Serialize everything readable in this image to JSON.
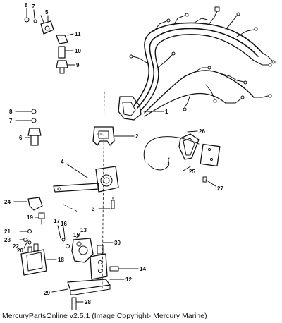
{
  "footer": {
    "text": "MercuryPartsOnline v2.5.1 (Image Copyright- Mercury Marine)"
  },
  "callouts": [
    {
      "id": "c1",
      "text": "1"
    },
    {
      "id": "c2",
      "text": "2"
    },
    {
      "id": "c3",
      "text": "3"
    },
    {
      "id": "c4",
      "text": "4"
    },
    {
      "id": "c5",
      "text": "5"
    },
    {
      "id": "c6",
      "text": "6"
    },
    {
      "id": "c7a",
      "text": "7"
    },
    {
      "id": "c7b",
      "text": "7"
    },
    {
      "id": "c8a",
      "text": "8"
    },
    {
      "id": "c8b",
      "text": "8"
    },
    {
      "id": "c9",
      "text": "9"
    },
    {
      "id": "c10",
      "text": "10"
    },
    {
      "id": "c11",
      "text": "11"
    },
    {
      "id": "c12",
      "text": "12"
    },
    {
      "id": "c13",
      "text": "13"
    },
    {
      "id": "c14",
      "text": "14"
    },
    {
      "id": "c15",
      "text": "15"
    },
    {
      "id": "c16",
      "text": "16"
    },
    {
      "id": "c17",
      "text": "17"
    },
    {
      "id": "c18",
      "text": "18"
    },
    {
      "id": "c19",
      "text": "19"
    },
    {
      "id": "c20",
      "text": "20"
    },
    {
      "id": "c21",
      "text": "21"
    },
    {
      "id": "c22",
      "text": "22"
    },
    {
      "id": "c23",
      "text": "23"
    },
    {
      "id": "c24",
      "text": "24"
    },
    {
      "id": "c25",
      "text": "25"
    },
    {
      "id": "c26",
      "text": "26"
    },
    {
      "id": "c27",
      "text": "27"
    },
    {
      "id": "c28",
      "text": "28"
    },
    {
      "id": "c29",
      "text": "29"
    },
    {
      "id": "c30",
      "text": "30"
    }
  ]
}
